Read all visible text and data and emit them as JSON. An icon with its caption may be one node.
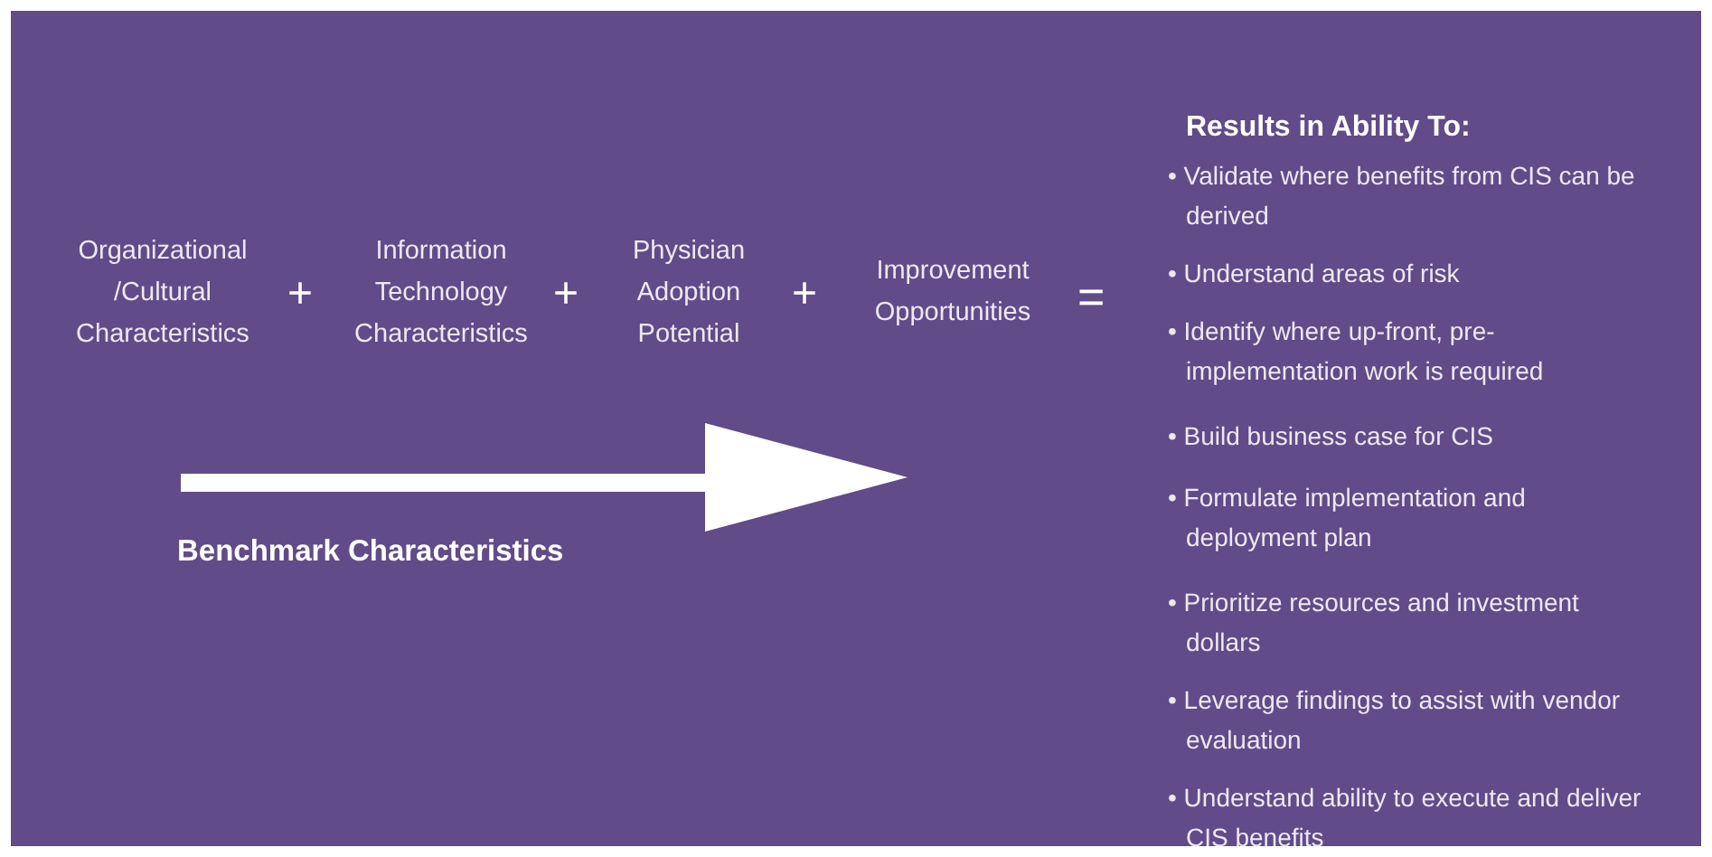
{
  "diagram": {
    "nodes": [
      {
        "text": [
          "Organizational /Cultural Characteristics"
        ]
      },
      {
        "text": [
          "Information Technology Characteristics"
        ]
      },
      {
        "text": [
          "Physician Adoption Potential"
        ]
      },
      {
        "text": [
          "Improvement Opportunities"
        ]
      },
      {
        "text": [
          "Results in Ability To:",
          "• Validate where benefits from CIS can be derived",
          "• Understand areas of risk",
          "• Identify where up-front, pre-implementation work is required",
          "• Build business case for CIS",
          "• Formulate implementation and deployment plan",
          "• Prioritize resources and investment dollars",
          "• Leverage findings to assist with vendor evaluation",
          "• Understand ability to execute and deliver CIS benefits"
        ]
      }
    ],
    "labels": [
      "+",
      "+",
      "+",
      "=",
      "Benchmark Characteristics"
    ]
  }
}
